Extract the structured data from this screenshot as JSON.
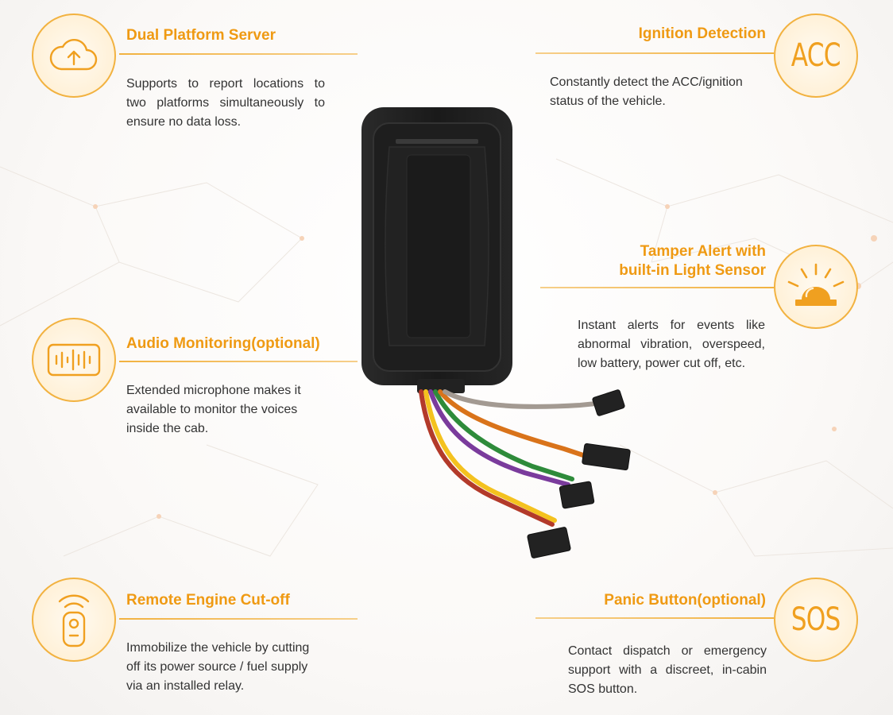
{
  "features": {
    "dual_platform": {
      "title": "Dual Platform Server",
      "lines": [
        "Supports to report locations to",
        "two platforms simultaneously to",
        "ensure no data loss."
      ],
      "icon": "cloud-upload-icon"
    },
    "ignition": {
      "title": "Ignition Detection",
      "lines": [
        "Constantly detect the ACC/ignition",
        "status of the vehicle."
      ],
      "icon_text": "ACC"
    },
    "tamper": {
      "title_line1": "Tamper Alert with",
      "title_line2": "built-in Light Sensor",
      "lines": [
        "Instant alerts for events like",
        "abnormal vibration, overspeed,",
        "low battery, power cut off, etc."
      ],
      "icon": "alarm-beacon-icon"
    },
    "audio": {
      "title": "Audio Monitoring(optional)",
      "lines": [
        "Extended microphone makes it",
        "available to monitor the voices",
        "inside the cab."
      ],
      "icon": "audio-wave-icon"
    },
    "remote_cutoff": {
      "title": "Remote Engine Cut-off",
      "lines": [
        "Immobilize the vehicle by cutting",
        "off its power source / fuel supply",
        "via an installed relay."
      ],
      "icon": "remote-control-icon"
    },
    "panic": {
      "title": "Panic Button(optional)",
      "lines": [
        "Contact dispatch or emergency",
        "support with a discreet, in-cabin",
        "SOS button."
      ],
      "icon_text": "SOS"
    }
  },
  "colors": {
    "accent": "#ef9a13",
    "badge_border": "#f2b240",
    "text": "#333333",
    "device": "#1c1c1c"
  }
}
